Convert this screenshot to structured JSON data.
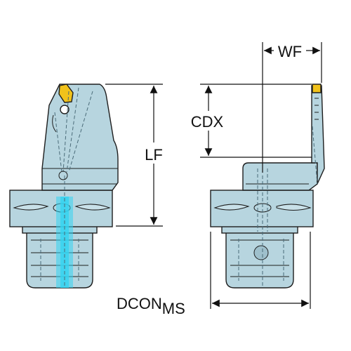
{
  "labels": {
    "lf": "LF",
    "cdx": "CDX",
    "wf": "WF",
    "dcon": "DCON",
    "dcon_sub": "MS"
  },
  "colors": {
    "body": "#b7d5df",
    "stroke": "#1e1e1e",
    "dash": "#4a6b78",
    "coolant": "#35d3f0",
    "insert": "#f1c21b",
    "dim": "#111111"
  }
}
